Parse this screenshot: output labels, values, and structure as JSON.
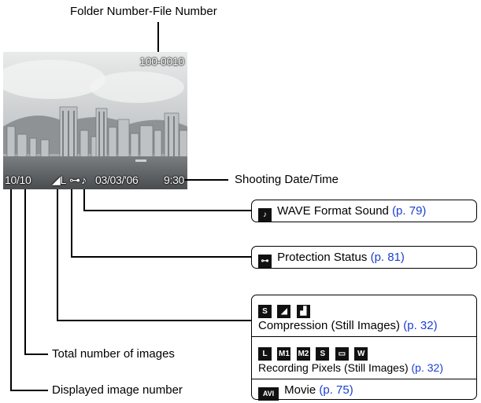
{
  "top_label": "Folder Number-File Number",
  "screen": {
    "folder_file": "100-0010",
    "image_index": "10/10",
    "quality_pixels": "◢L",
    "date": "03/03/'06",
    "time": "9:30"
  },
  "labels": {
    "shooting_datetime": "Shooting Date/Time",
    "total_images": "Total number of images",
    "displayed_image": "Displayed image number"
  },
  "boxes": {
    "wave": {
      "text": "WAVE Format Sound",
      "ref": "(p. 79)"
    },
    "protection": {
      "text": "Protection Status",
      "ref": "(p. 81)"
    },
    "compression": {
      "text": "Compression (Still Images)",
      "ref": "(p. 32)",
      "icons": [
        "S",
        "◢",
        "▟"
      ]
    },
    "recording": {
      "text": "Recording Pixels (Still Images)",
      "ref": "(p. 32)",
      "icons": [
        "L",
        "M1",
        "M2",
        "S",
        "▭",
        "W"
      ]
    },
    "movie": {
      "icon": "AVI",
      "text": "Movie",
      "ref": "(p. 75)"
    }
  }
}
